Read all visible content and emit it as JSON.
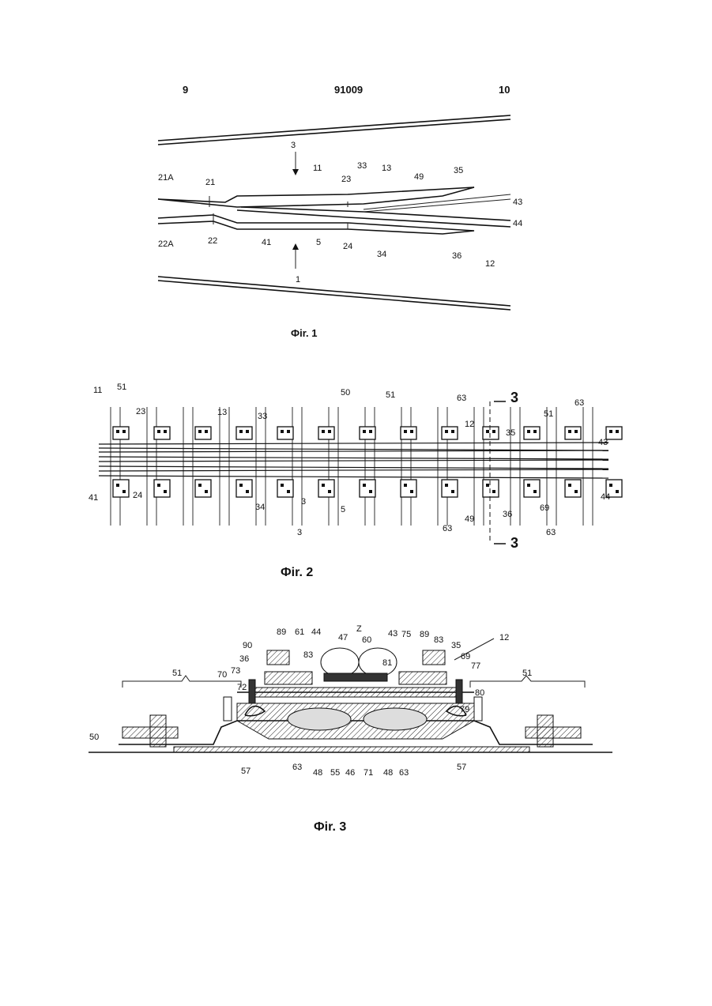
{
  "header": {
    "page_left": "9",
    "doc_number": "91009",
    "page_right": "10"
  },
  "figures": {
    "fig1": {
      "caption": "Фіr. 1",
      "labels": [
        "3",
        "11",
        "33",
        "13",
        "35",
        "49",
        "43",
        "21A",
        "21",
        "23",
        "44",
        "22A",
        "22",
        "41",
        "5",
        "24",
        "34",
        "36",
        "12",
        "1"
      ]
    },
    "fig2": {
      "caption": "Фіr. 2",
      "labels": [
        "11",
        "51",
        "23",
        "13",
        "33",
        "50",
        "51",
        "63",
        "3",
        "12",
        "51",
        "63",
        "35",
        "43",
        "41",
        "24",
        "34",
        "3",
        "5",
        "63",
        "49",
        "36",
        "69",
        "63",
        "44",
        "3"
      ]
    },
    "fig3": {
      "caption": "Фіr. 3",
      "labels": [
        "89",
        "61",
        "44",
        "47",
        "Z",
        "60",
        "43",
        "75",
        "89",
        "83",
        "35",
        "12",
        "90",
        "83",
        "81",
        "36",
        "69",
        "73",
        "51",
        "70",
        "77",
        "51",
        "80",
        "72",
        "79",
        "50",
        "57",
        "63",
        "48",
        "55",
        "46",
        "71",
        "48",
        "63",
        "57"
      ]
    }
  }
}
